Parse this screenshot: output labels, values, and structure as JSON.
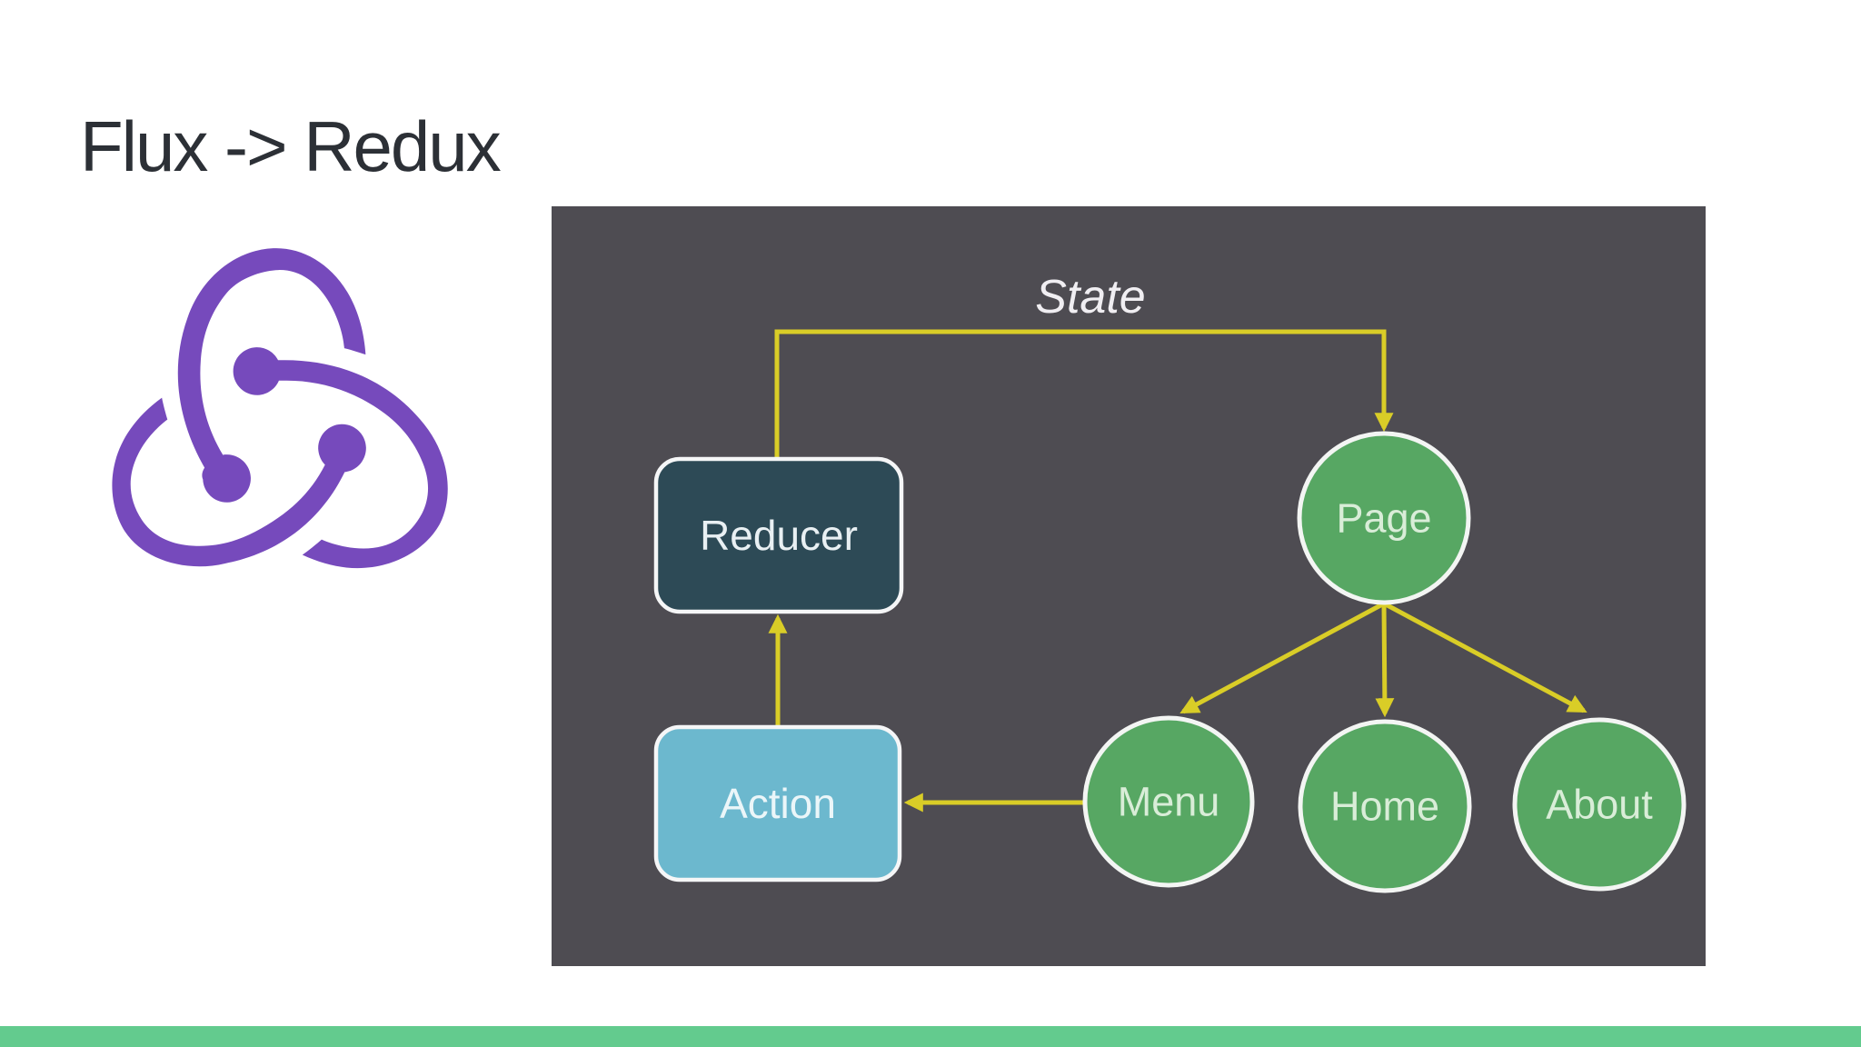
{
  "slide": {
    "title": "Flux -> Redux",
    "background": "#ffffff",
    "title_color": "#2c3036",
    "footer_bar_color": "#63cb8e"
  },
  "logo": {
    "name": "redux-logo",
    "brand_color": "#764abc"
  },
  "diagram": {
    "background": "#4e4c52",
    "line_color": "#d9cd27",
    "state_label": "State",
    "nodes": {
      "reducer": {
        "label": "Reducer",
        "shape": "rounded-rect",
        "fill": "#2d4a56",
        "text_color": "#e9f0f3"
      },
      "action": {
        "label": "Action",
        "shape": "rounded-rect",
        "fill": "#6cb8ce",
        "text_color": "#ebf6f9"
      },
      "page": {
        "label": "Page",
        "shape": "circle",
        "fill": "#57a763",
        "text_color": "#d9edd8"
      },
      "menu": {
        "label": "Menu",
        "shape": "circle",
        "fill": "#57a763",
        "text_color": "#d9edd8"
      },
      "home": {
        "label": "Home",
        "shape": "circle",
        "fill": "#57a763",
        "text_color": "#d9edd8"
      },
      "about": {
        "label": "About",
        "shape": "circle",
        "fill": "#57a763",
        "text_color": "#d9edd8"
      }
    },
    "edges": [
      {
        "from": "reducer",
        "to": "page",
        "via": "state"
      },
      {
        "from": "action",
        "to": "reducer"
      },
      {
        "from": "menu",
        "to": "action"
      },
      {
        "from": "page",
        "to": "menu"
      },
      {
        "from": "page",
        "to": "home"
      },
      {
        "from": "page",
        "to": "about"
      }
    ]
  }
}
